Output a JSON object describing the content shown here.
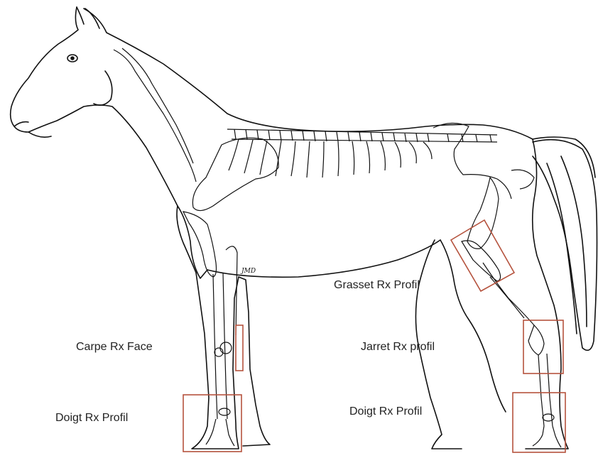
{
  "labels": {
    "grasset": "Grasset Rx Profil",
    "carpe": "Carpe Rx Face",
    "jarret": "Jarret Rx profil",
    "doigt_front": "Doigt Rx Profil",
    "doigt_hind": "Doigt Rx Profil"
  },
  "signature": "JMD",
  "colors": {
    "outline": "#111111",
    "highlight_box": "#b5533e",
    "text": "#222222"
  }
}
